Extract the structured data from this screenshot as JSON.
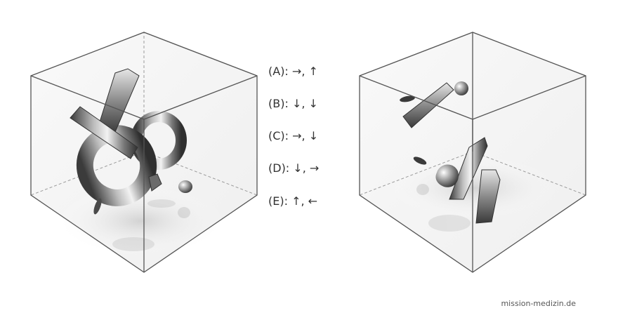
{
  "options": [
    {
      "label": "(A): →, ↑"
    },
    {
      "label": "(B): ↓, ↓"
    },
    {
      "label": "(C): →, ↓"
    },
    {
      "label": "(D): ↓, →"
    },
    {
      "label": "(E): ↑, ←"
    }
  ],
  "watermark": "mission-medizin.de",
  "colors": {
    "cube_edge": "#555555",
    "hidden_edge": "#9a9a9a",
    "object_dark": "#3a3a3a",
    "object_light": "#d8d8d8"
  }
}
